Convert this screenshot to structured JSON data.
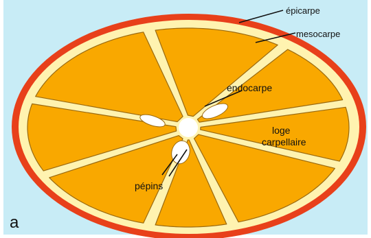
{
  "figure_letter": "a",
  "labels": {
    "epicarp": "épicarpe",
    "mesocarp": "mesocarpe",
    "endocarp": "endocarpe",
    "locule_line1": "loge",
    "locule_line2": "carpellaire",
    "seeds": "pépins"
  },
  "colors": {
    "background": "#c8ecf6",
    "epicarp": "#e8401a",
    "mesocarp": "#fff3b0",
    "segment": "#f9a800",
    "segment_outline": "#9a6a10",
    "seed": "#ffffff"
  }
}
